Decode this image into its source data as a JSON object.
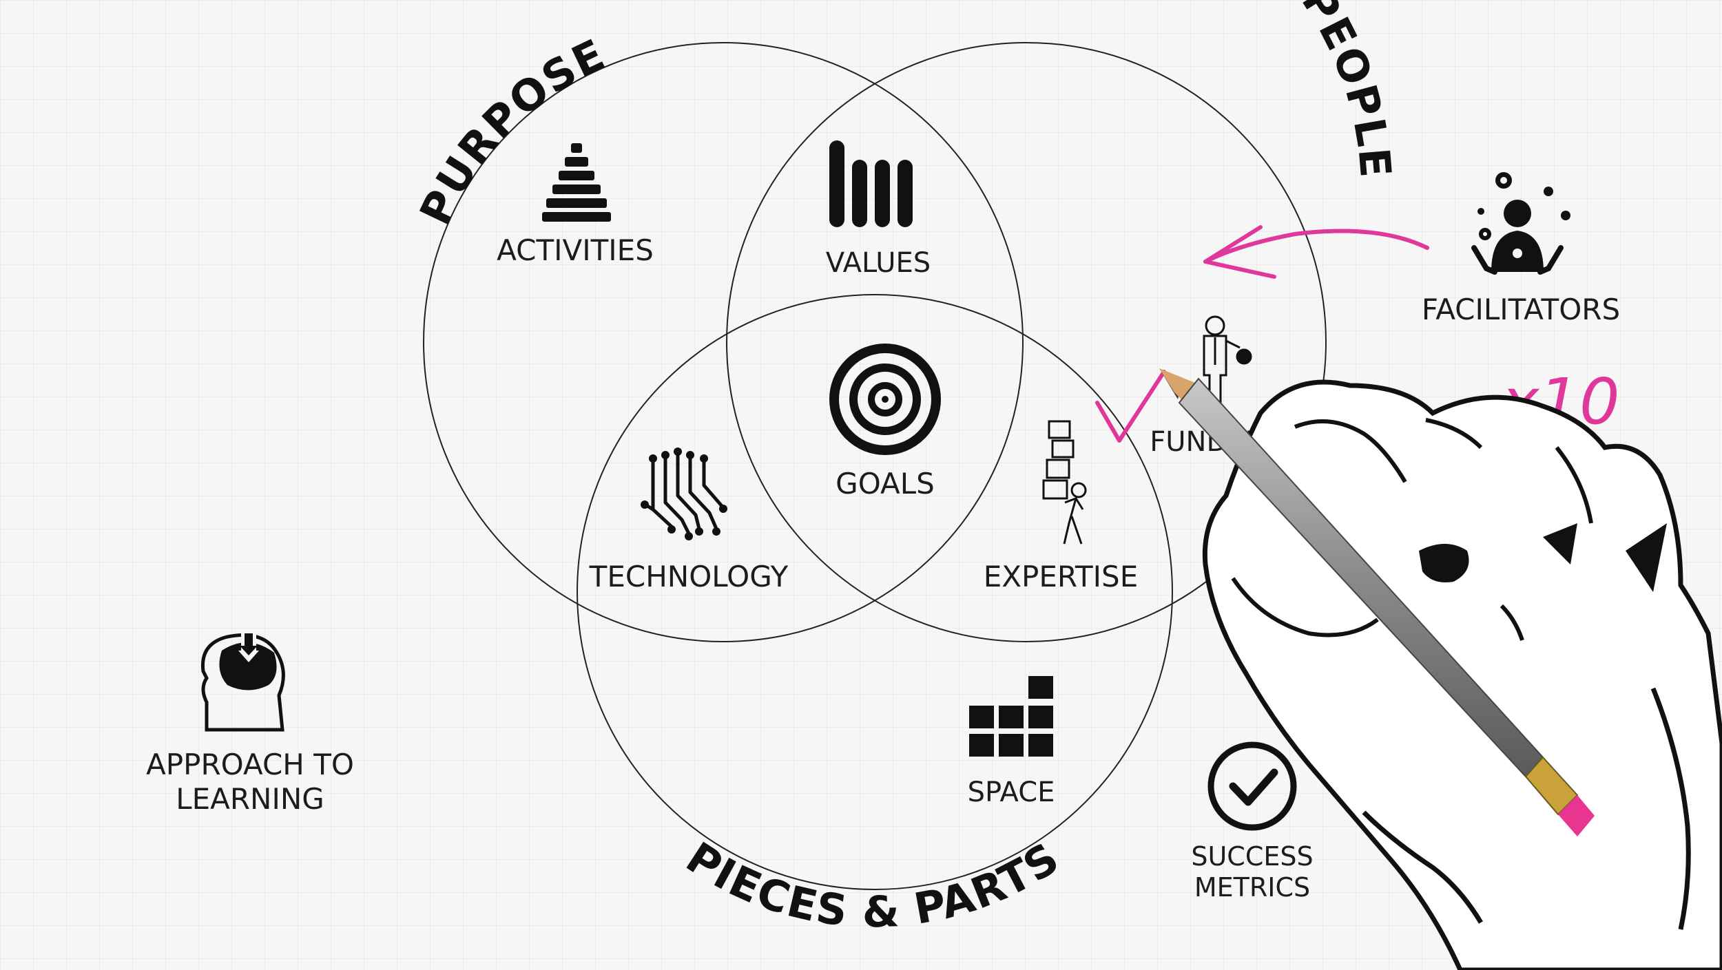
{
  "sets": {
    "purpose": "PURPOSE",
    "people": "PEOPLE",
    "pieces": "PIECES & PARTS"
  },
  "regions": {
    "activities": "ACTIVITIES",
    "values": "VALUES",
    "goals": "GOALS",
    "technology": "TECHNOLOGY",
    "expertise": "EXPERTISE",
    "space": "SPACE"
  },
  "outside": {
    "facilitators": "FACILITATORS",
    "funders": "FUNDERS",
    "approach_line1": "APPROACH TO",
    "approach_line2": "LEARNING",
    "success_line1": "SUCCESS",
    "success_line2": "METRICS"
  },
  "annotations": {
    "handwritten": "x10"
  },
  "colors": {
    "ink": "#111111",
    "annotation_pink": "#e0389a",
    "pencil_body": "#8c8c8c",
    "pencil_eraser": "#e8358f"
  }
}
